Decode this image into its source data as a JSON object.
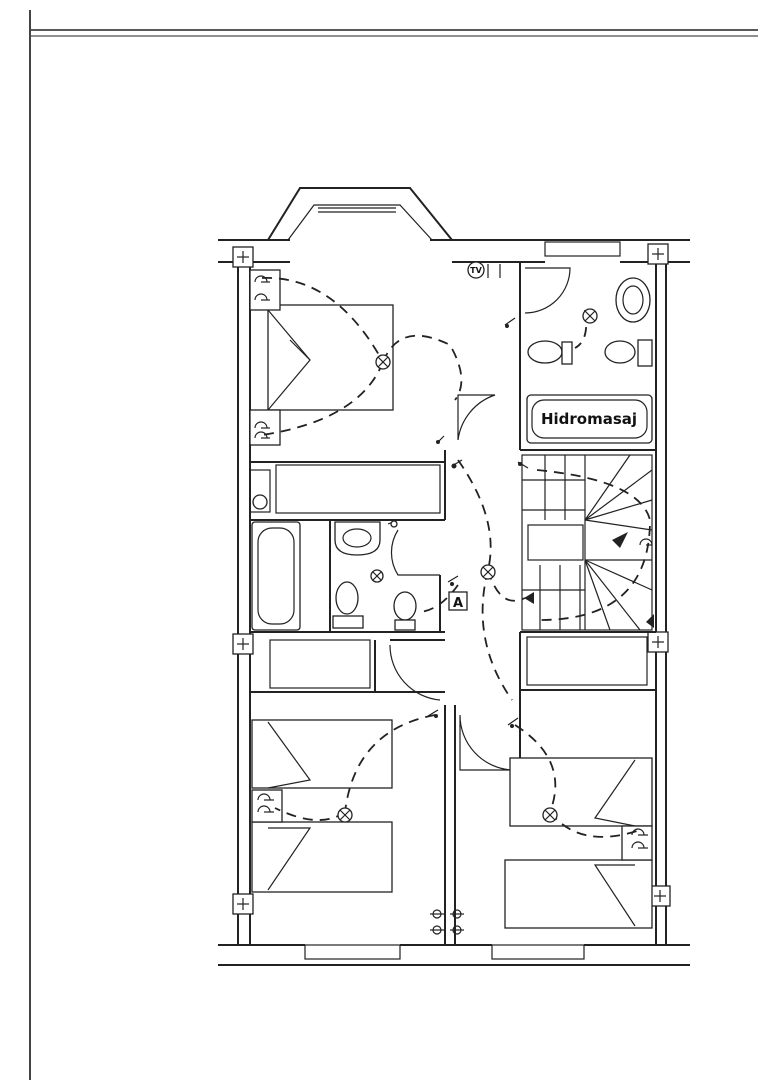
{
  "labels": {
    "hydromassage": "Hidromasaj",
    "tv": "TV",
    "panel": "A"
  },
  "icons": [
    "wall-outlet-icon",
    "light-fixture-icon",
    "wall-switch-icon",
    "door-swing-icon",
    "bed-icon",
    "toilet-icon",
    "sink-icon",
    "bathtub-icon",
    "staircase-icon"
  ],
  "colors": {
    "line": "#222222",
    "paper": "#ffffff"
  }
}
